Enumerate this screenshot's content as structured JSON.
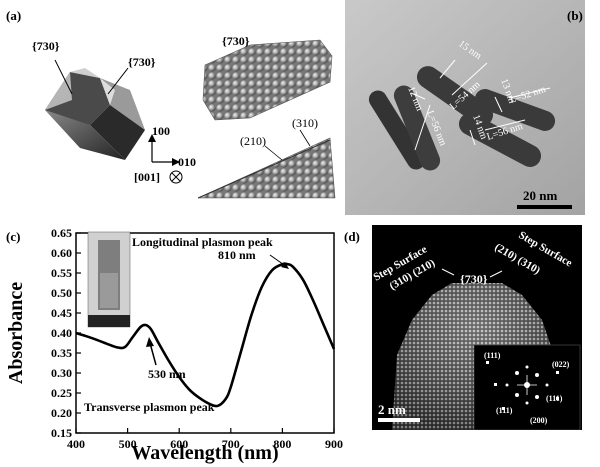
{
  "panel_a": {
    "label": "(a)",
    "facet_left": "{730}",
    "facet_right": "{730}",
    "facet_model": "{730}",
    "axis_up": "100",
    "axis_right": "010",
    "axis_view": "[001]",
    "step_left": "(210)",
    "step_right": "(310)"
  },
  "panel_b": {
    "label": "(b)",
    "rods": [
      {
        "width": "12 nm",
        "length": "L=56 nm"
      },
      {
        "width": "15 nm",
        "length": "L=54 nm"
      },
      {
        "width": "13 nm",
        "length": "L=52 nm"
      },
      {
        "width": "14 nm",
        "length": "L=56 nm"
      }
    ],
    "scale_bar": "20 nm"
  },
  "panel_c": {
    "label": "(c)",
    "annotation_long": "Longitudinal plasmon peak",
    "annotation_long_value": "810 nm",
    "annotation_trans_value": "530 nm",
    "annotation_trans": "Transverse plasmon peak"
  },
  "panel_d": {
    "label": "(d)",
    "step_left_title": "Step Surface",
    "step_left_indices": "(310) (210)",
    "step_right_title": "Step Surface",
    "step_right_indices": "(210) (310)",
    "facet": "{730}",
    "scale_bar": "2 nm",
    "fft_spots": [
      "(111)",
      "(022)",
      "(111)",
      "(111)",
      "(200)"
    ]
  },
  "chart_data": {
    "type": "line",
    "xlabel": "Wavelength (nm)",
    "ylabel": "Absorbance",
    "xlim": [
      400,
      900
    ],
    "ylim": [
      0.15,
      0.65
    ],
    "xticks": [
      400,
      500,
      600,
      700,
      800,
      900
    ],
    "yticks": [
      0.15,
      0.2,
      0.25,
      0.3,
      0.35,
      0.4,
      0.45,
      0.5,
      0.55,
      0.6,
      0.65
    ],
    "grid": false,
    "series": [
      {
        "x": [
          400,
          420,
          440,
          460,
          480,
          495,
          510,
          525,
          535,
          545,
          560,
          580,
          600,
          620,
          640,
          660,
          675,
          690,
          700,
          720,
          740,
          760,
          780,
          800,
          810,
          820,
          840,
          860,
          880,
          900
        ],
        "values": [
          0.4,
          0.392,
          0.383,
          0.373,
          0.364,
          0.365,
          0.39,
          0.415,
          0.42,
          0.41,
          0.375,
          0.33,
          0.29,
          0.258,
          0.237,
          0.222,
          0.218,
          0.235,
          0.265,
          0.355,
          0.445,
          0.515,
          0.557,
          0.572,
          0.572,
          0.566,
          0.533,
          0.48,
          0.42,
          0.36
        ]
      }
    ]
  }
}
